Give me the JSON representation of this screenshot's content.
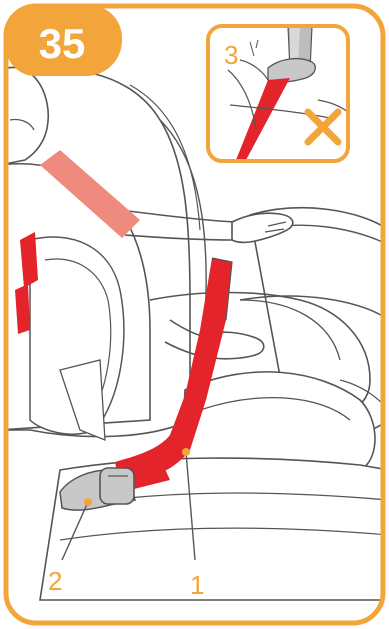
{
  "step": {
    "number": "35"
  },
  "callouts": {
    "label_1": "1",
    "label_2": "2",
    "label_3": "3"
  },
  "inset": {
    "status_icon": "cross-icon"
  },
  "colors": {
    "frame_orange": "#F2A53A",
    "belt_red": "#E4242B",
    "belt_pink": "#EE8B7E",
    "buckle_grey": "#C8C8C8",
    "line_grey": "#555555"
  }
}
